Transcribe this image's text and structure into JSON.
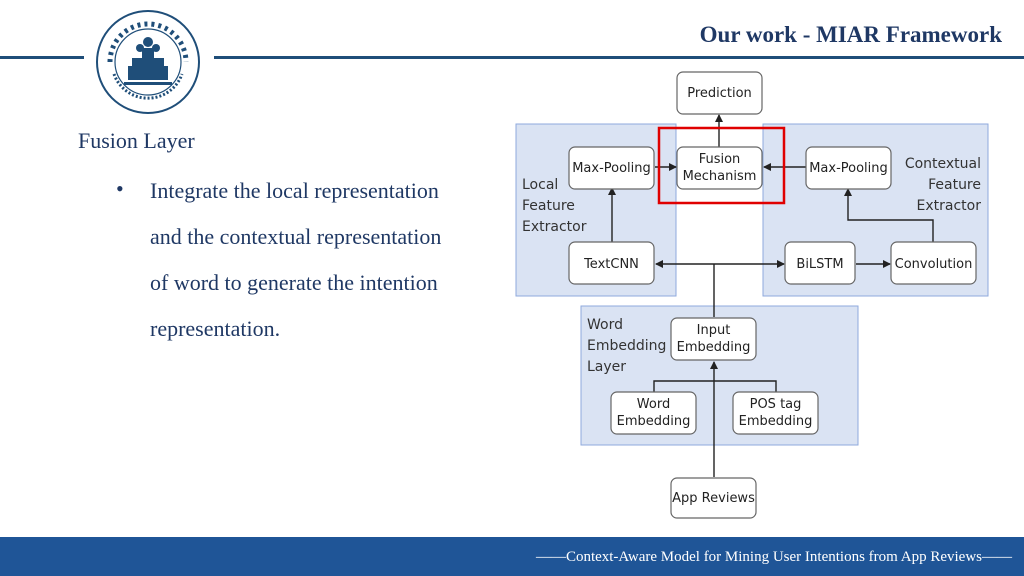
{
  "header": {
    "title": "Our work - MIAR Framework"
  },
  "content": {
    "section_title": "Fusion Layer",
    "bullet_symbol": "•",
    "bullet_lines": [
      "Integrate the local representation",
      "and the contextual representation",
      "of word to generate the intention",
      "representation."
    ]
  },
  "diagram": {
    "nodes": {
      "prediction": "Prediction",
      "fusion_1": "Fusion",
      "fusion_2": "Mechanism",
      "maxpool_left": "Max-Pooling",
      "maxpool_right": "Max-Pooling",
      "textcnn": "TextCNN",
      "bilstm": "BiLSTM",
      "convolution": "Convolution",
      "input_emb_1": "Input",
      "input_emb_2": "Embedding",
      "word_emb_1": "Word",
      "word_emb_2": "Embedding",
      "pos_emb_1": "POS tag",
      "pos_emb_2": "Embedding",
      "app_reviews": "App Reviews"
    },
    "groups": {
      "local": [
        "Local",
        "Feature",
        "Extractor"
      ],
      "contextual": [
        "Contextual",
        "Feature",
        "Extractor"
      ],
      "embedding": [
        "Word",
        "Embedding",
        "Layer"
      ]
    },
    "highlight_color": "#e00000",
    "group_fill": "#dae3f3"
  },
  "footer": {
    "text": "——Context-Aware Model for Mining User Intentions from App Reviews——"
  }
}
